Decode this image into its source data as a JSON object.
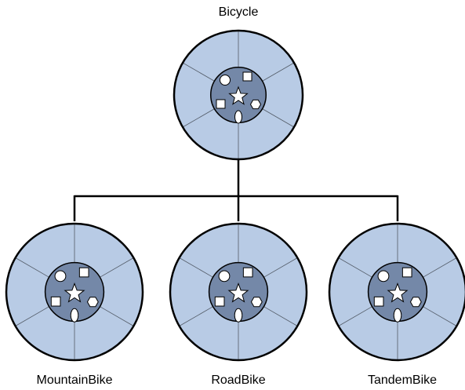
{
  "diagram": {
    "root": {
      "label": "Bicycle"
    },
    "children": [
      {
        "label": "MountainBike"
      },
      {
        "label": "RoadBike"
      },
      {
        "label": "TandemBike"
      }
    ]
  },
  "colors": {
    "outer_fill": "#b8cbe5",
    "hub_fill": "#7488a8",
    "stroke": "#000000",
    "symbol_fill": "#ffffff",
    "connector": "#000000"
  },
  "icons": {
    "hub_symbols": [
      "circle-icon",
      "square-icon",
      "star-icon",
      "hexagon-icon",
      "oval-icon"
    ]
  }
}
